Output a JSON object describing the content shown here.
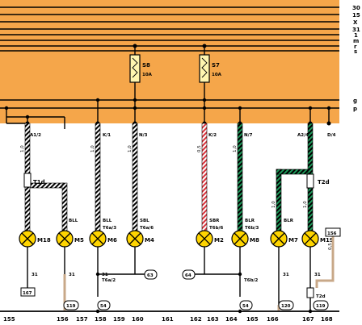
{
  "colors": {
    "panel": "#f5a64a",
    "lamp": "#ffd500",
    "ground_wire": "#c8a888",
    "wire_red": "#d9303a",
    "wire_green": "#1d9a5a",
    "wire_white": "#ffffff",
    "wire_black": "#000000"
  },
  "rail_labels": [
    "30",
    "15",
    "X",
    "31",
    "1",
    "m",
    "r",
    "s",
    "g",
    "p"
  ],
  "fuses": [
    {
      "name": "S8",
      "rating": "10A"
    },
    {
      "name": "S7",
      "rating": "10A"
    }
  ],
  "connectors": [
    "A1/2",
    "K/1",
    "N/3",
    "K/2",
    "N/7",
    "A2/4",
    "D/4"
  ],
  "lamps": [
    {
      "name": "M18",
      "wire": "31"
    },
    {
      "name": "M5",
      "wire": "31"
    },
    {
      "name": "M6",
      "wire": "31"
    },
    {
      "name": "M4",
      "wire": ""
    },
    {
      "name": "M2",
      "wire": ""
    },
    {
      "name": "M8",
      "wire": ""
    },
    {
      "name": "M7",
      "wire": "31"
    },
    {
      "name": "M19",
      "wire": "31"
    }
  ],
  "wire_codes": [
    "BLL",
    "BLL",
    "SBL",
    "SBR",
    "BLR",
    "BLR"
  ],
  "plugs": [
    "T6a/3",
    "T6a/6",
    "T6b/6",
    "T6b/3",
    "T6a/2",
    "T6b/2"
  ],
  "junctions": [
    "T1d",
    "T2d",
    "T2d"
  ],
  "references": [
    "167",
    "119",
    "54",
    "63",
    "64",
    "54",
    "120",
    "119",
    "156"
  ],
  "wire_sizes": {
    "main": "1,0",
    "small": "0,5"
  },
  "footer_numbers": [
    "155",
    "156",
    "157",
    "158",
    "159",
    "160",
    "161",
    "162",
    "163",
    "164",
    "165",
    "166",
    "167",
    "168"
  ]
}
